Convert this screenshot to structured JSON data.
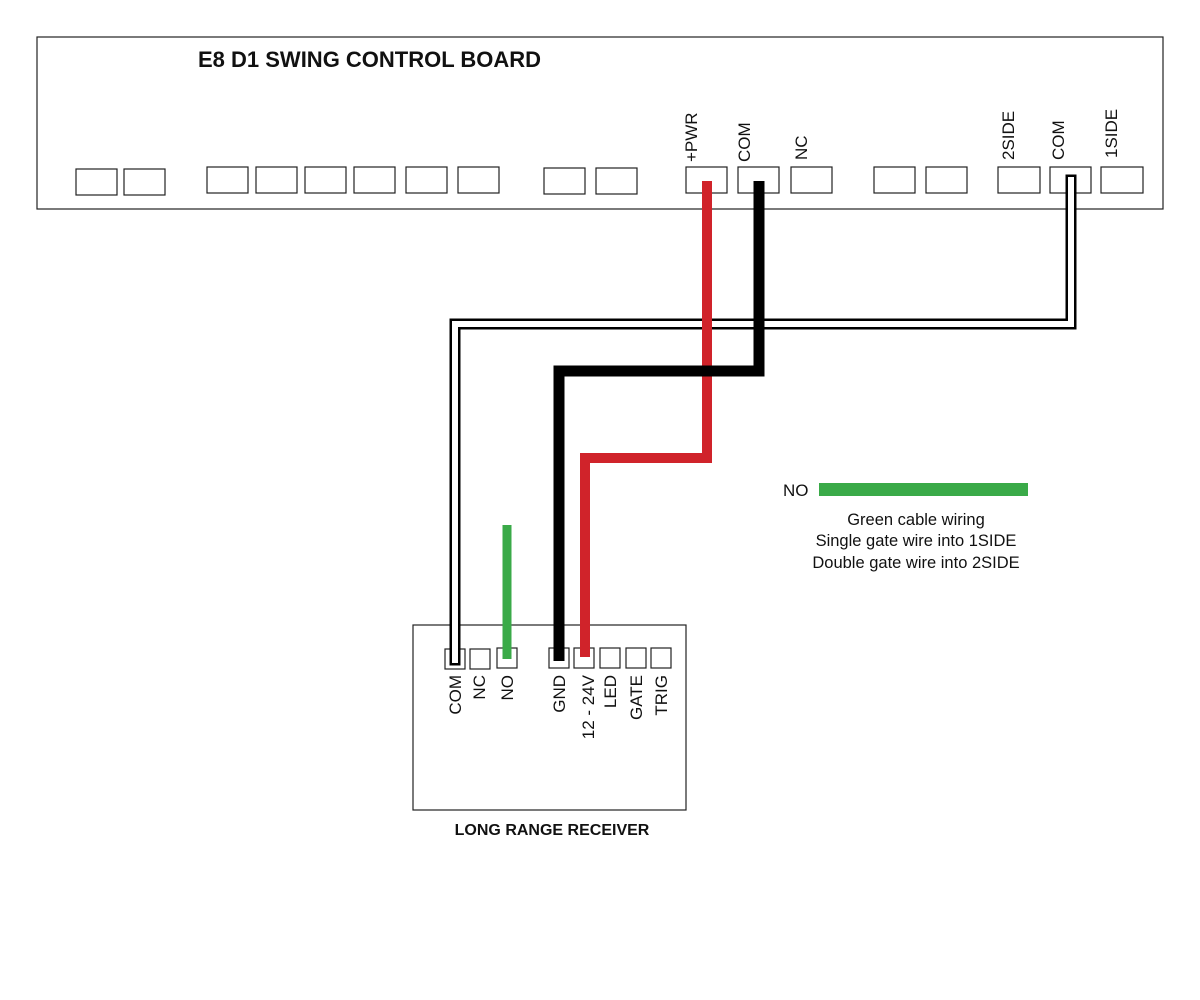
{
  "board": {
    "title": "E8 D1 SWING CONTROL BOARD",
    "terminal_labels": [
      "+PWR",
      "COM",
      "NC",
      "2SIDE",
      "COM",
      "1SIDE"
    ]
  },
  "receiver": {
    "title": "LONG RANGE RECEIVER",
    "terminal_labels": [
      "COM",
      "NC",
      "NO",
      "GND",
      "12 - 24V",
      "LED",
      "GATE",
      "TRIG"
    ]
  },
  "legend": {
    "label": "NO",
    "lines": [
      "Green cable wiring",
      "Single gate wire into 1SIDE",
      "Double gate wire into 2SIDE"
    ]
  },
  "colors": {
    "red_wire": "#d0232a",
    "black_wire": "#000000",
    "green_wire": "#3aaa48",
    "white_wire_outline": "#000000"
  }
}
